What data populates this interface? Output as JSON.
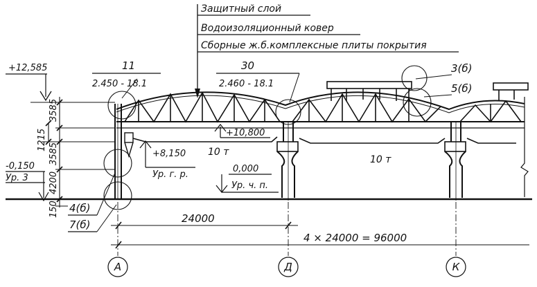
{
  "callouts": {
    "protective_layer": "Защитный слой",
    "waterproof_carpet": "Водоизоляционный ковер",
    "roof_slabs": "Сборные ж.б.комплексные плиты покрытия"
  },
  "nodes": {
    "node_11": {
      "number": "11",
      "series": "2.450 - 18.1"
    },
    "node_30": {
      "number": "30",
      "series": "2.460 - 18.1"
    },
    "node_3b": "3(б)",
    "node_5b": "5(б)",
    "node_4b": "4(б)",
    "node_7b": "7(б)"
  },
  "elevations": {
    "top": "+12,585",
    "truss_bottom": "+10,800",
    "crane_rail": "+8,150",
    "crane_rail_note": "Ур. г. р.",
    "floor": "0,000",
    "floor_note": "Ур. ч. п.",
    "ground": "-0,150",
    "ground_note": "Ур. 3"
  },
  "dimensions": {
    "vertical": [
      "3585",
      "1215",
      "3585",
      "4200",
      "150"
    ],
    "span": "24000",
    "total": "4 × 24000 = 96000"
  },
  "crane_capacity": [
    "10 т",
    "10 т"
  ],
  "axes": [
    "А",
    "Д",
    "К"
  ]
}
